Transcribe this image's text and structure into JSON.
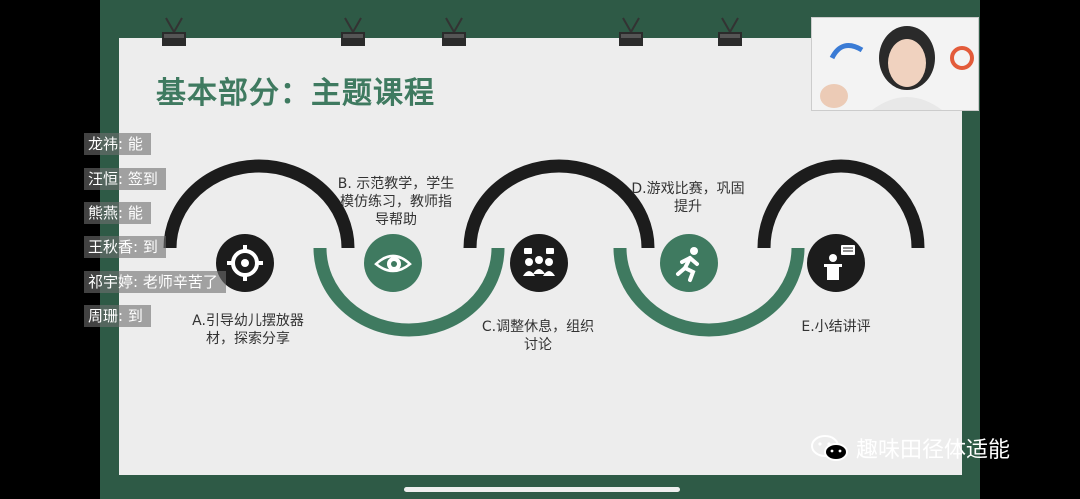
{
  "slide": {
    "title": "基本部分：主题课程",
    "steps": [
      {
        "label": "A.引导幼儿摆放器材，探索分享",
        "lines": [
          "A.引导幼儿摆放器",
          "材，探索分享"
        ],
        "icon": "gear-icon"
      },
      {
        "label": "B. 示范教学，学生模仿练习，教师指导帮助",
        "lines": [
          "B. 示范教学，学生",
          "模仿练习，教师指",
          "导帮助"
        ],
        "icon": "eye-icon"
      },
      {
        "label": "C.调整休息，组织讨论",
        "lines": [
          "C.调整休息，组织",
          "讨论"
        ],
        "icon": "group-discussion-icon"
      },
      {
        "label": "D.游戏比赛，巩固提升",
        "lines": [
          "D.游戏比赛，巩固",
          "提升"
        ],
        "icon": "running-person-icon"
      },
      {
        "label": "E.小结讲评",
        "lines": [
          "E.小结讲评"
        ],
        "icon": "speaker-podium-icon"
      }
    ]
  },
  "chat": [
    {
      "name": "龙祎",
      "message": "能"
    },
    {
      "name": "汪恒",
      "message": "签到"
    },
    {
      "name": "熊燕",
      "message": "能"
    },
    {
      "name": "王秋香",
      "message": "到"
    },
    {
      "name": "祁宇婷",
      "message": "老师辛苦了"
    },
    {
      "name": "周珊",
      "message": "到"
    }
  ],
  "video": {
    "label": "teacher-camera"
  },
  "watermark": {
    "text": "趣味田径体适能",
    "icon": "wechat-icon"
  },
  "colors": {
    "accent": "#3f7a60",
    "board": "#2e5a46",
    "dark": "#1c1c1c"
  }
}
